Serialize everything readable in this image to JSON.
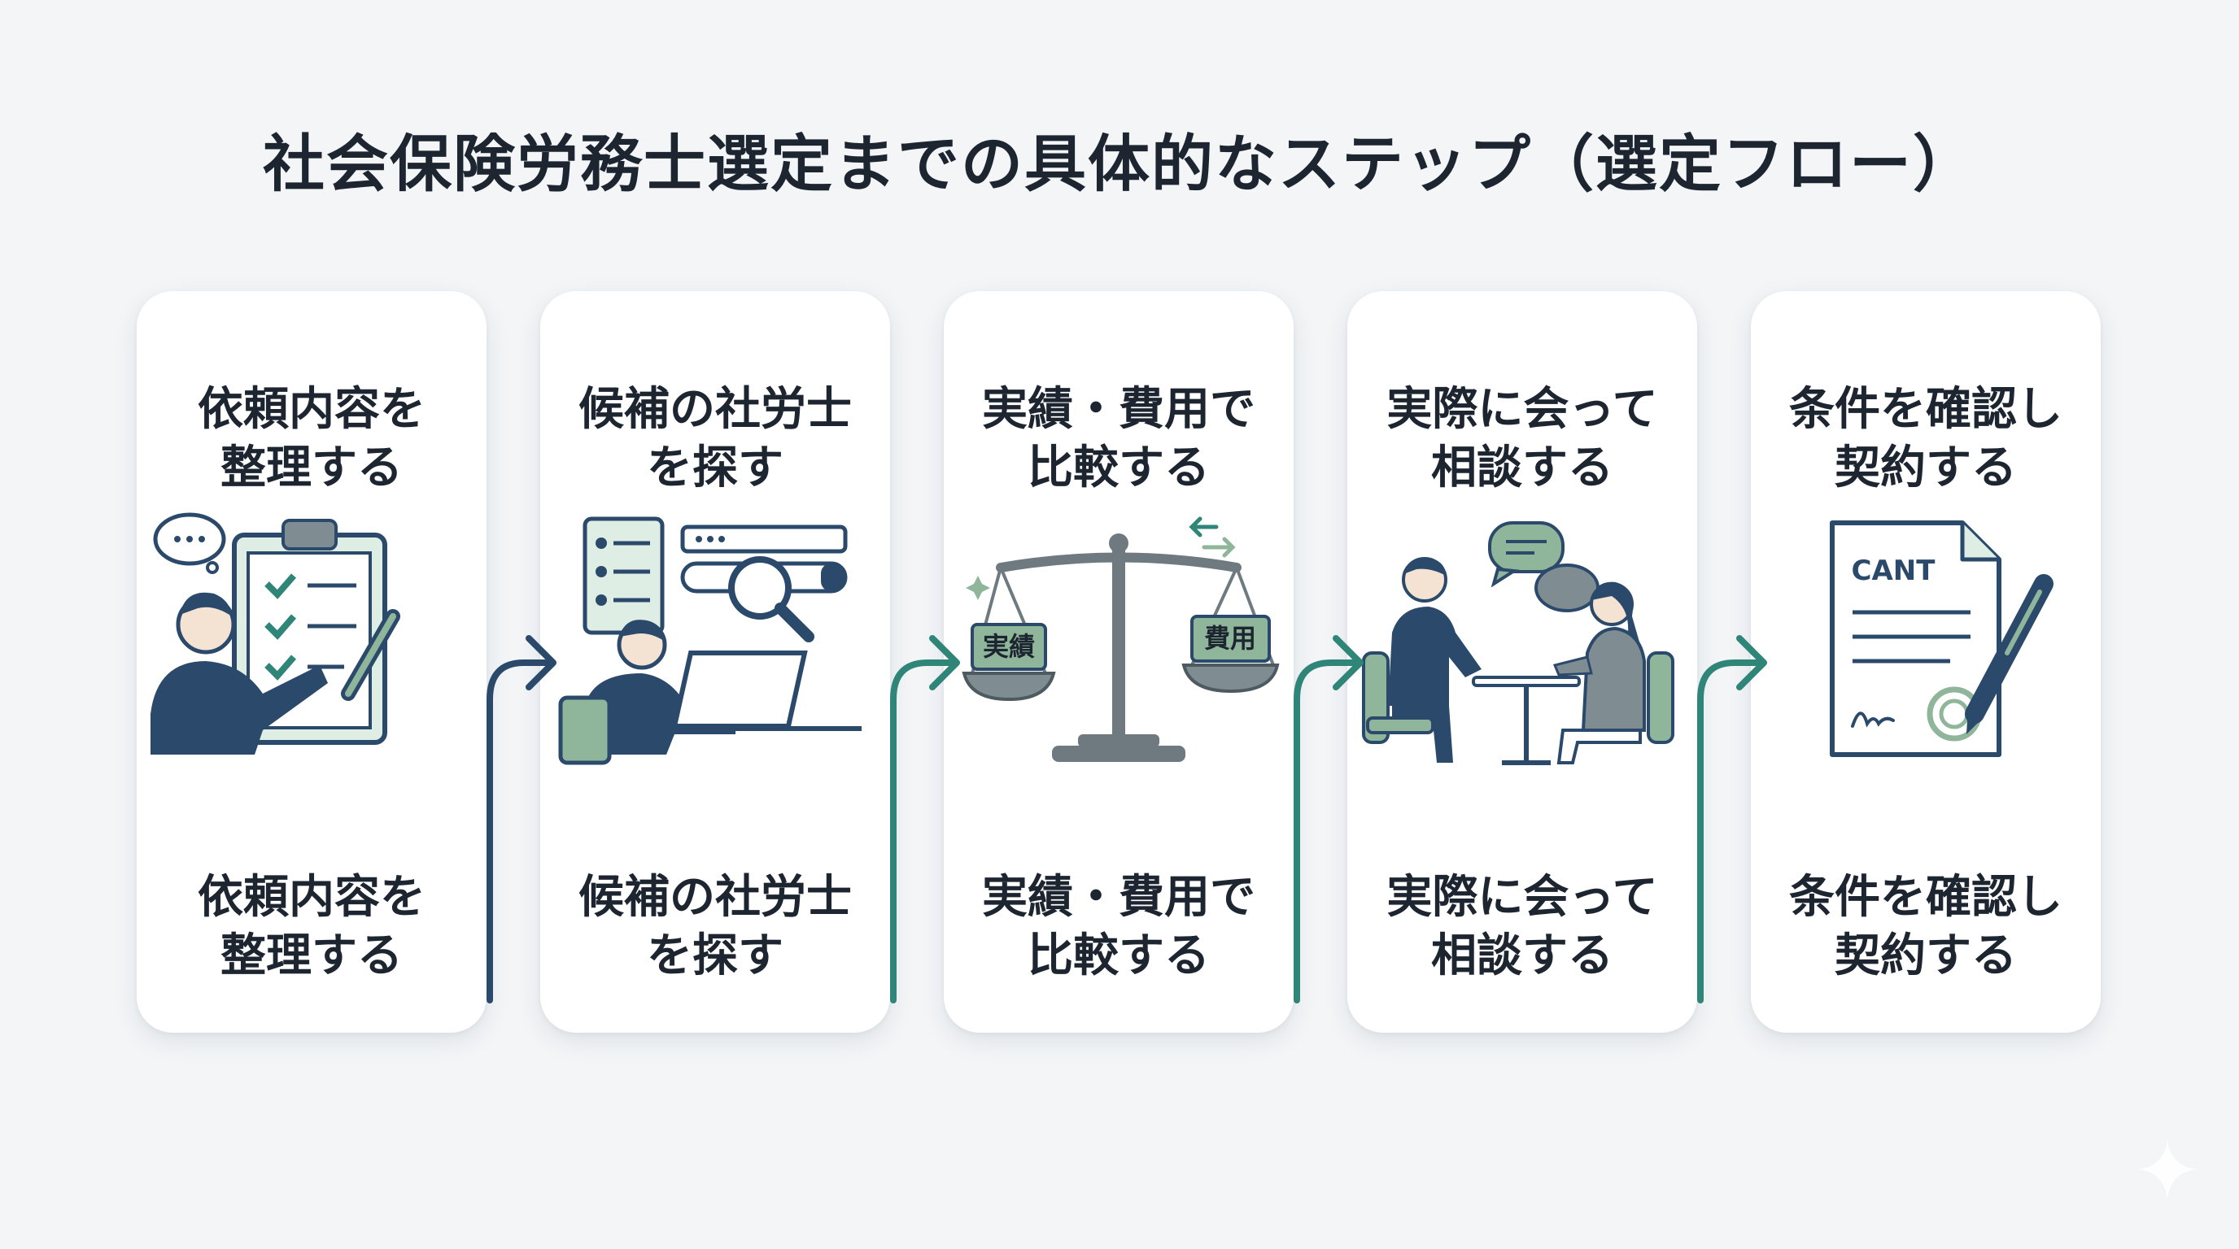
{
  "title": "社会保険労務士選定までの具体的なステップ（選定フロー）",
  "steps": [
    {
      "label_line1": "依頼内容を",
      "label_line2": "整理する",
      "icon": "checklist-person-icon"
    },
    {
      "label_line1": "候補の社労士",
      "label_line2": "を探す",
      "icon": "search-laptop-icon"
    },
    {
      "label_line1": "実績・費用で",
      "label_line2": "比較する",
      "icon": "balance-scale-icon",
      "tag_left": "実績",
      "tag_right": "費用"
    },
    {
      "label_line1": "実際に会って",
      "label_line2": "相談する",
      "icon": "meeting-people-icon"
    },
    {
      "label_line1": "条件を確認し",
      "label_line2": "契約する",
      "icon": "contract-pen-icon",
      "doc_text": "CANT"
    }
  ],
  "colors": {
    "navy": "#2b4a6b",
    "teal": "#2f8577",
    "sage": "#8fb59a",
    "gray": "#6f7a80",
    "bg": "#f3f5f7"
  }
}
